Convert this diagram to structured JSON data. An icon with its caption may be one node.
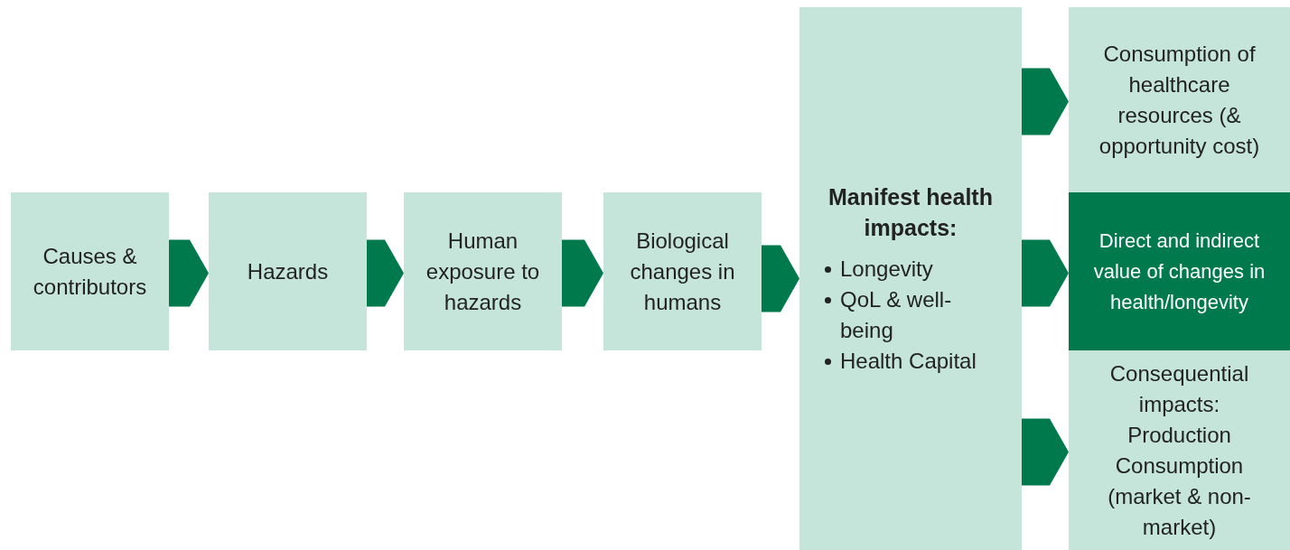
{
  "diagram": {
    "nodes": [
      {
        "text": [
          "Causes & contributors"
        ]
      },
      {
        "text": [
          "Hazards"
        ]
      },
      {
        "text": [
          "Human exposure to hazards"
        ]
      },
      {
        "text": [
          "Biological changes in humans"
        ]
      },
      {
        "text": [
          "Manifest health impacts:",
          "Longevity",
          "QoL & well-being",
          "Health Capital"
        ]
      },
      {
        "text": [
          "Consumption of healthcare resources (& opportunity cost)"
        ]
      },
      {
        "text": [
          "Direct and indirect value of changes in health/longevity"
        ]
      },
      {
        "text": [
          "Consequential impacts: Production Consumption (market & non-market)"
        ]
      }
    ],
    "edges": [
      {
        "from": 0,
        "to": 1,
        "arrow": "to"
      },
      {
        "from": 1,
        "to": 2,
        "arrow": "to"
      },
      {
        "from": 2,
        "to": 3,
        "arrow": "to"
      },
      {
        "from": 3,
        "to": 4,
        "arrow": "to"
      },
      {
        "from": 4,
        "to": 5,
        "arrow": "to"
      },
      {
        "from": 4,
        "to": 6,
        "arrow": "to"
      },
      {
        "from": 4,
        "to": 7,
        "arrow": "to"
      }
    ]
  }
}
